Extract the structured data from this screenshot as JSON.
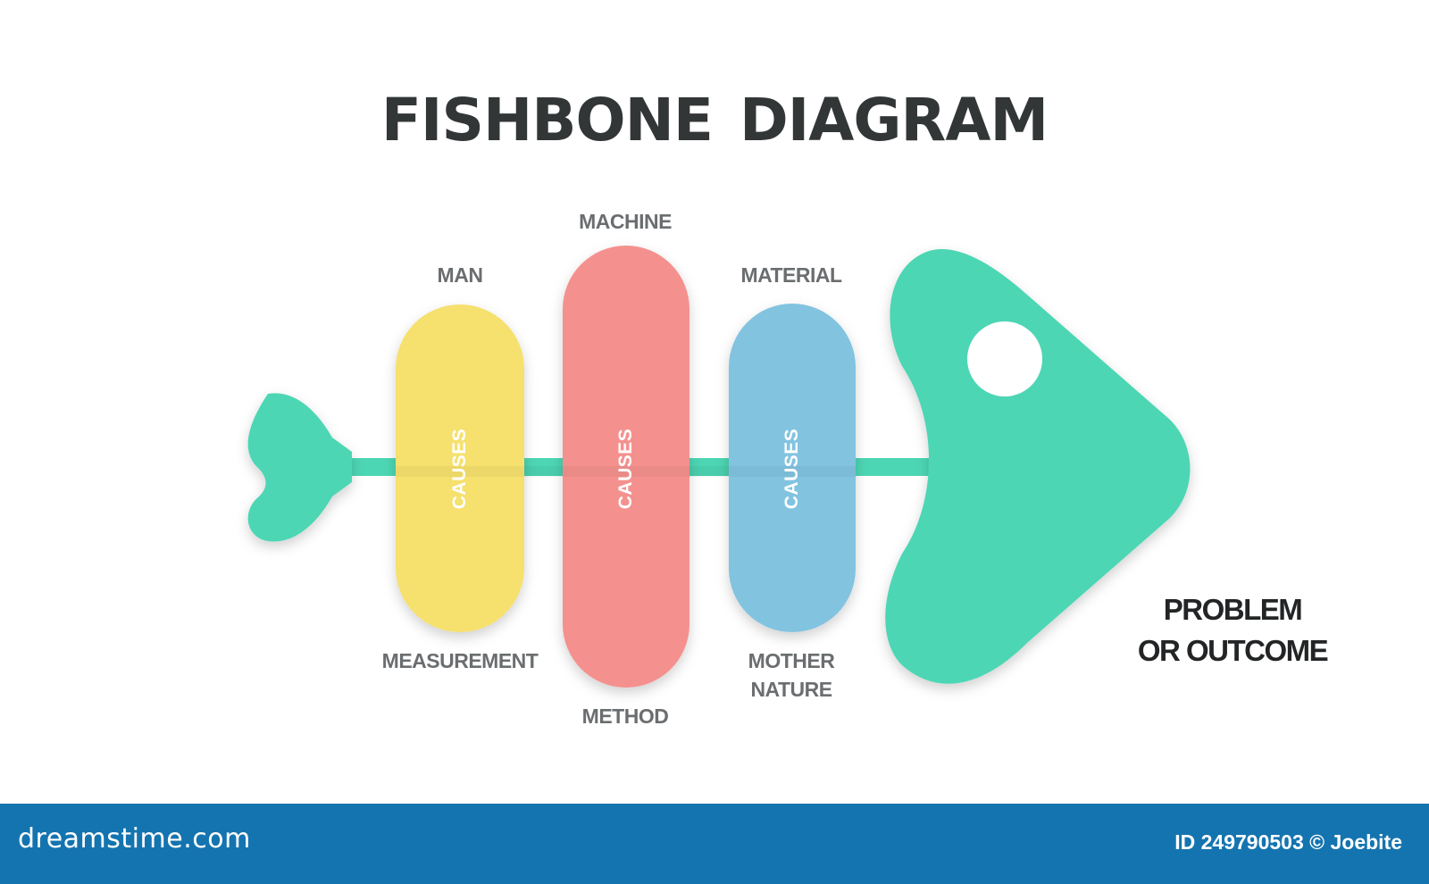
{
  "title": "FISHBONE DIAGRAM",
  "bone_label": "CAUSES",
  "categories": {
    "man": "MAN",
    "machine": "MACHINE",
    "material": "MATERIAL",
    "measurement": "MEASUREMENT",
    "method": "METHOD",
    "mother_nature_line1": "MOTHER",
    "mother_nature_line2": "NATURE"
  },
  "outcome": {
    "line1": "PROBLEM",
    "line2": "OR OUTCOME"
  },
  "footer": {
    "brand": "dreamstime.com",
    "credit": "ID 249790503 © Joebite"
  },
  "colors": {
    "title": "#333637",
    "label": "#6b6e70",
    "outcome_text": "#222425",
    "fish": "#4dd6b4",
    "bone_yellow": "#f6e06e",
    "bone_red": "#f4918e",
    "bone_blue": "#82c3e0",
    "footer_bg": "#1474b0"
  }
}
